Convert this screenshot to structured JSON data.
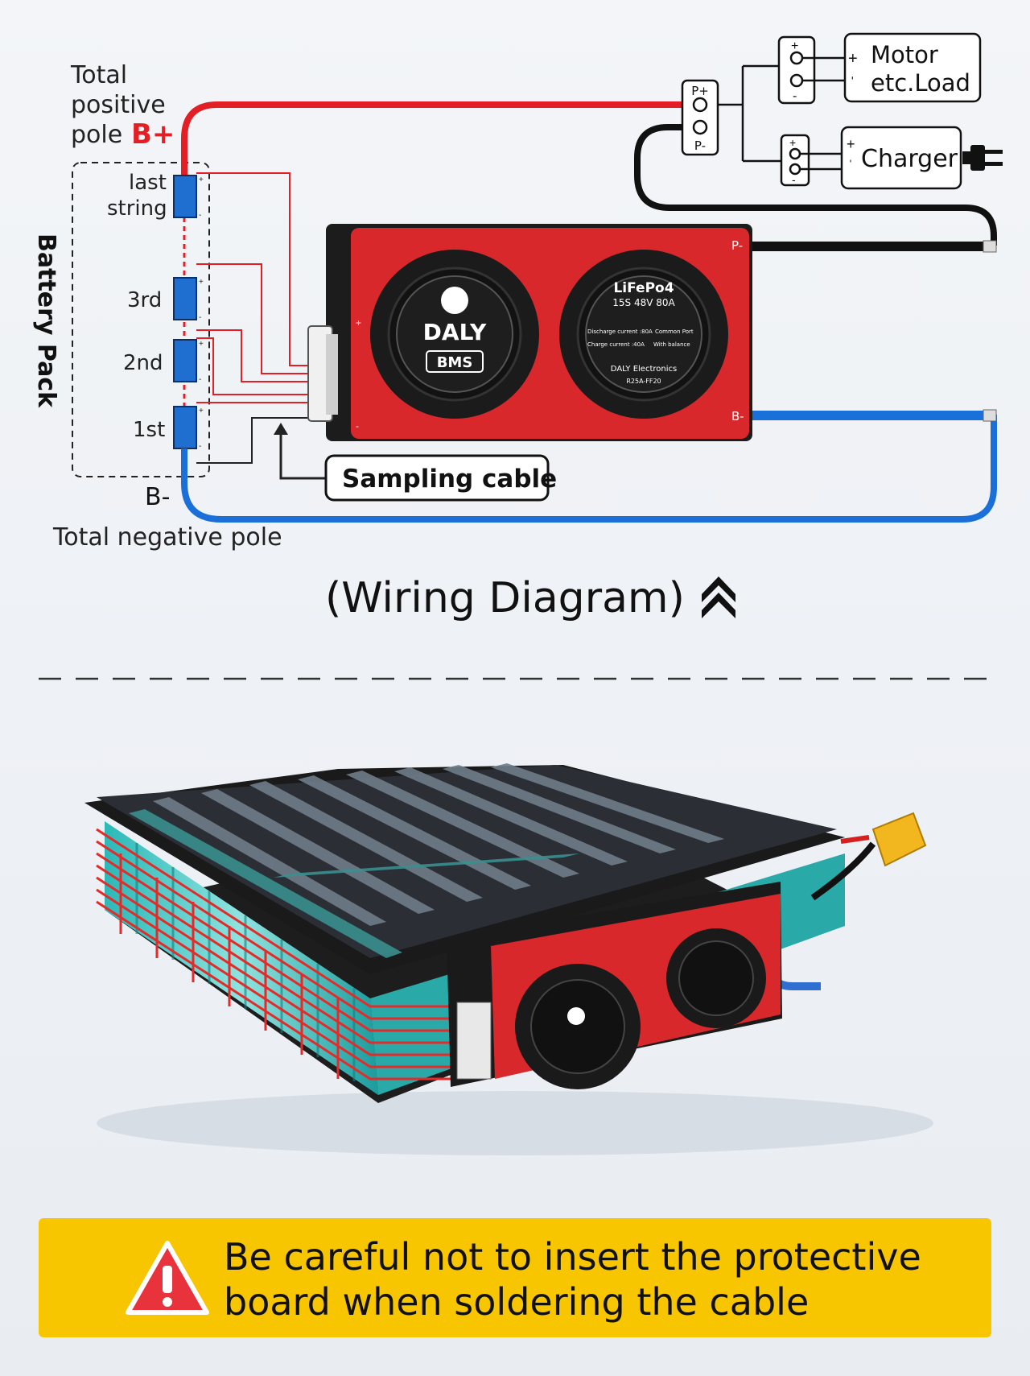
{
  "wiring": {
    "positive_pole_lines": [
      "Total",
      "positive",
      "pole"
    ],
    "positive_pole_symbol": "B+",
    "negative_pole_symbol": "B-",
    "negative_pole_label": "Total negative pole",
    "battery_pack_label": "Battery Pack",
    "strings": {
      "last_line1": "last",
      "last_line2": "string",
      "third": "3rd",
      "second": "2nd",
      "first": "1st"
    },
    "sampling_cable_label": "Sampling cable",
    "port_p_plus": "P+",
    "port_p_minus": "P-",
    "motor_lines": [
      "Motor",
      "etc.Load"
    ],
    "charger_label": "Charger",
    "bms_p_minus": "P-",
    "bms_b_minus": "B-",
    "colors": {
      "positive": "#e31e24",
      "negative": "#1a6fd8",
      "black": "#111111",
      "cell": "#1f6fd1",
      "board": "#d8282c"
    }
  },
  "bms_board": {
    "brand": "DALY",
    "sub_brand": "BMS",
    "chemistry": "LiFePo4",
    "spec": "15S 48V 80A",
    "discharge": "Discharge current :80A",
    "common_port": "Common Port",
    "charge": "Charge current :40A",
    "balance": "With balance",
    "maker": "DALY Electronics",
    "model": "R25A-FF20"
  },
  "diagram_caption": "(Wiring Diagram)",
  "caption_icon": "double-chevron-up-icon",
  "warning": {
    "icon": "warning-triangle-icon",
    "line1": "Be careful not to insert the protective",
    "line2": "board when soldering the cable"
  }
}
